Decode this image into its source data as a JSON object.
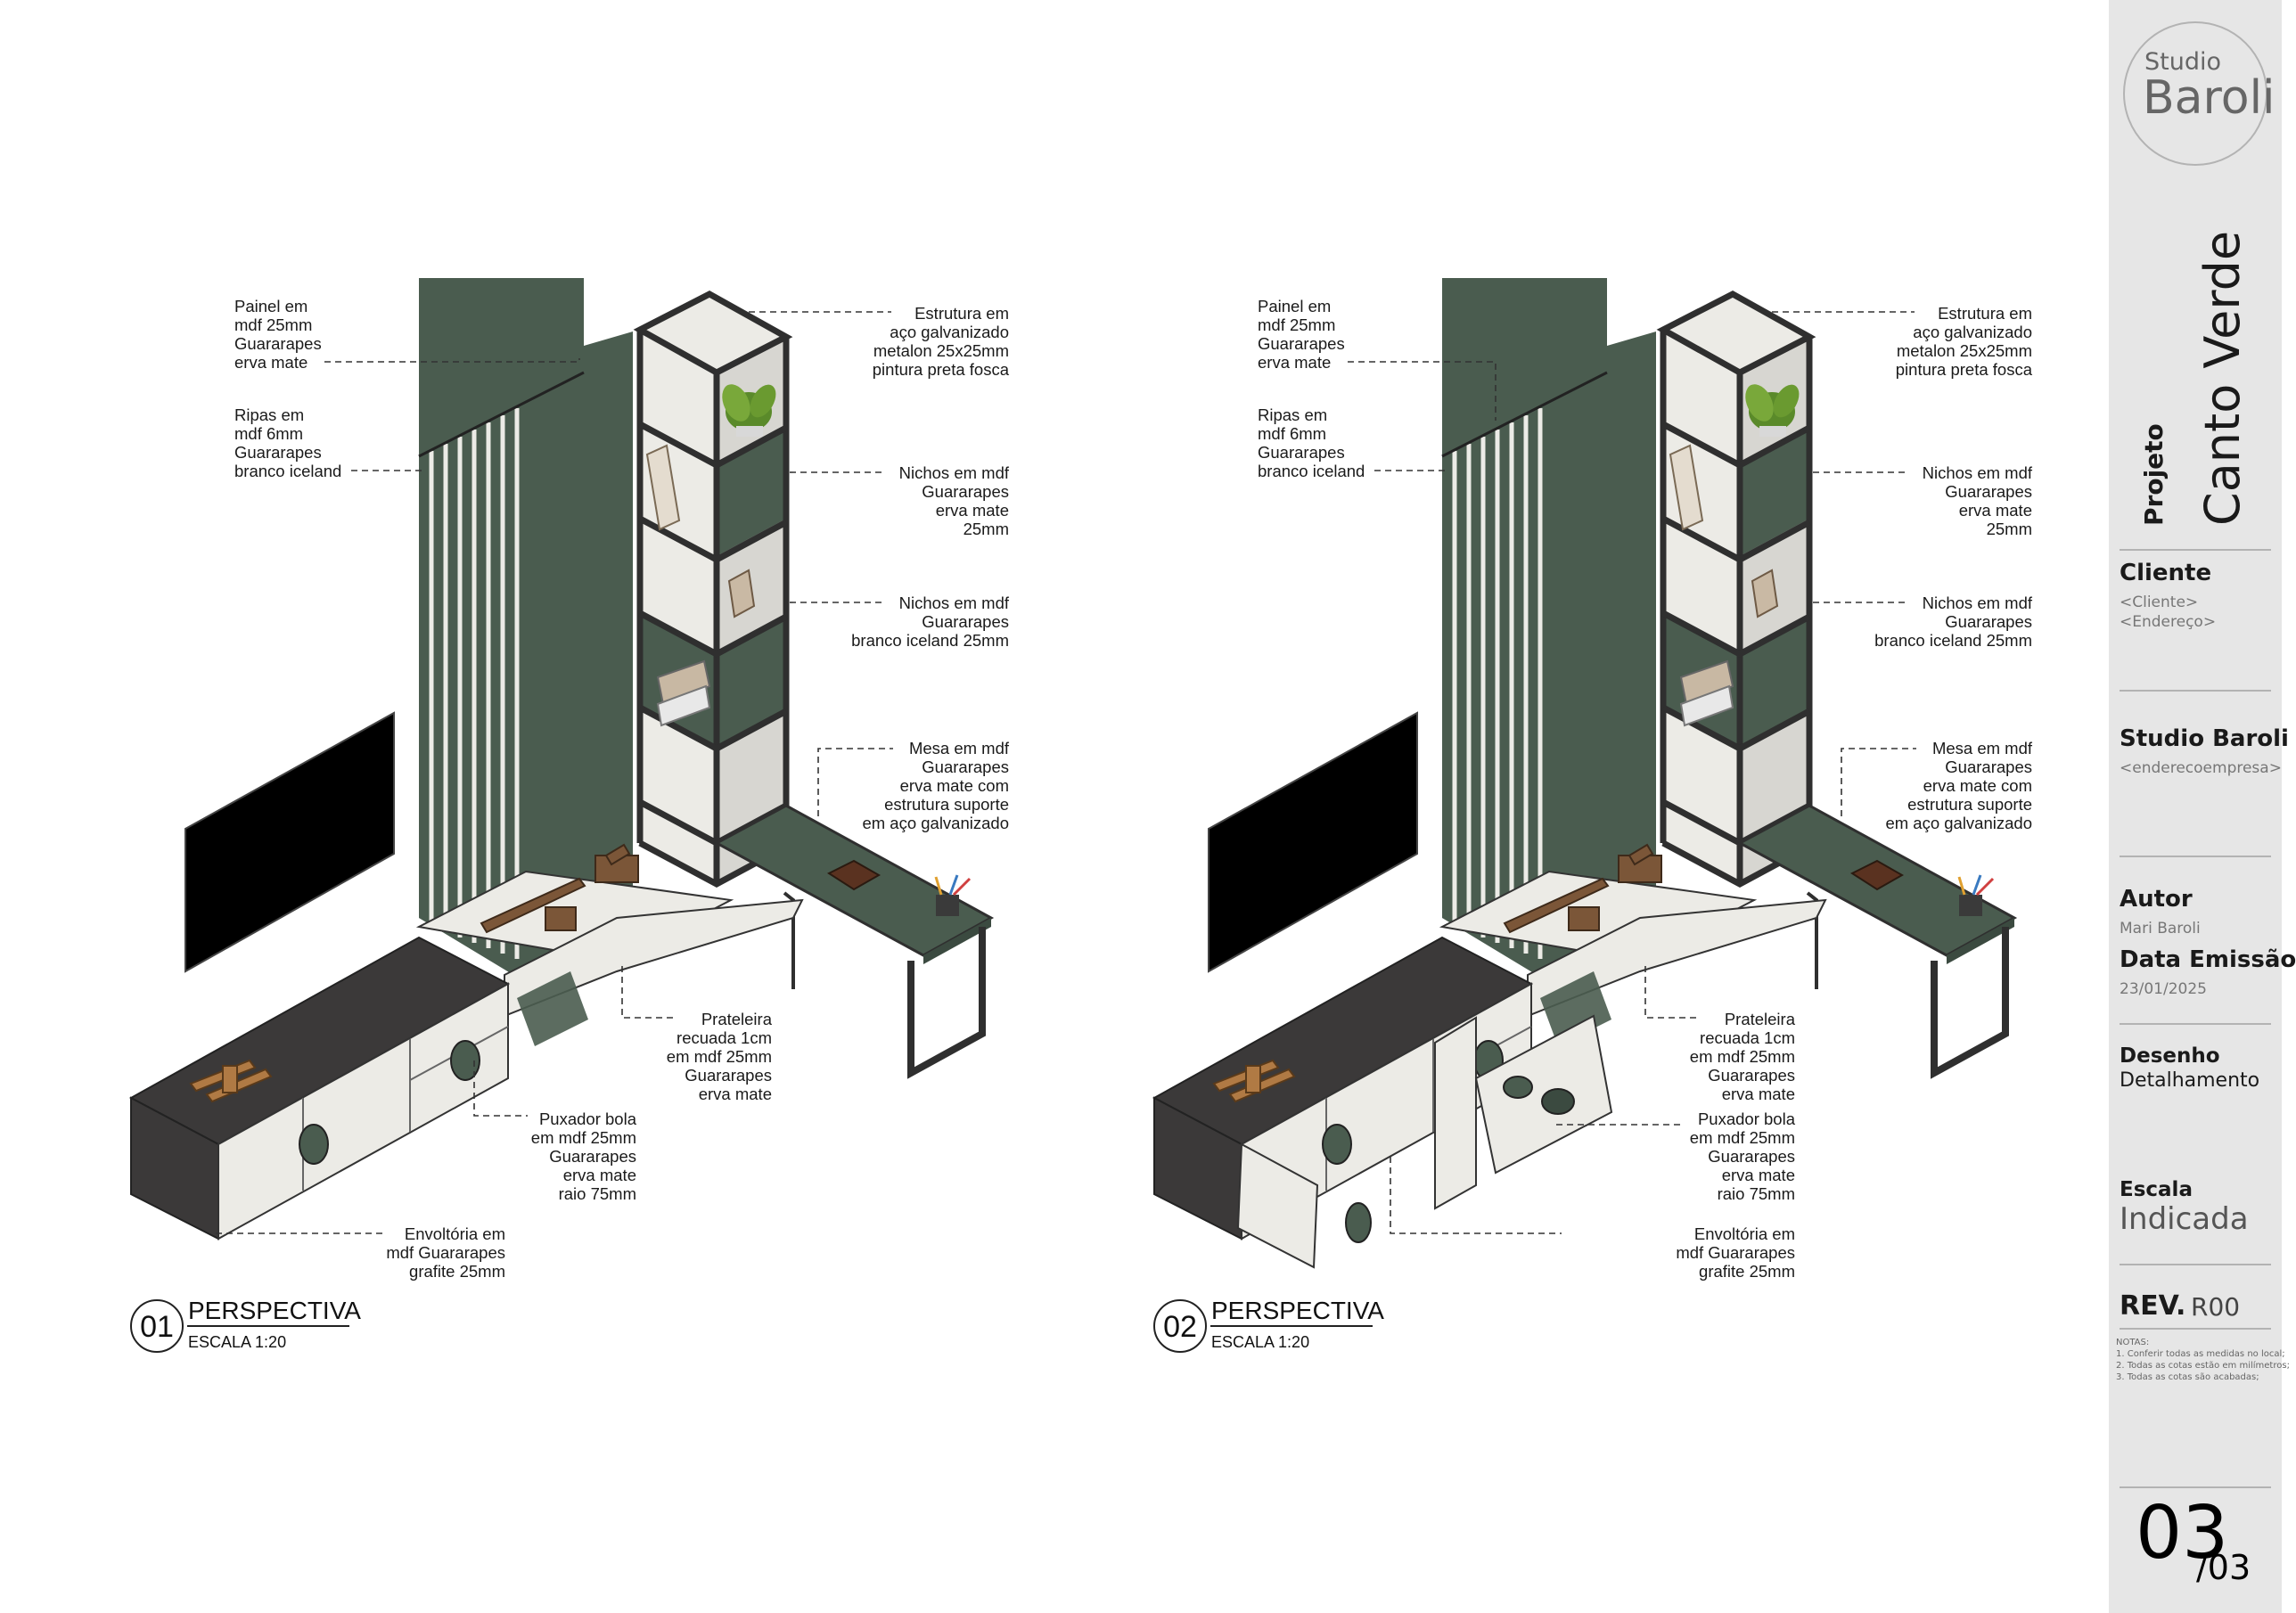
{
  "views": [
    {
      "number": "01",
      "title": "PERSPECTIVA",
      "scale": "ESCALA 1:20",
      "callouts": [
        [
          "Painel em",
          "mdf 25mm",
          "Guararapes",
          "erva mate"
        ],
        [
          "Ripas em",
          "mdf 6mm",
          "Guararapes",
          "branco iceland"
        ],
        [
          "Estrutura em",
          "aço galvanizado",
          "metalon 25x25mm",
          "pintura preta fosca"
        ],
        [
          "Nichos em mdf",
          "Guararapes",
          "erva mate",
          "25mm"
        ],
        [
          "Nichos em mdf",
          "Guararapes",
          "branco iceland 25mm"
        ],
        [
          "Mesa em mdf",
          "Guararapes",
          "erva mate com",
          "estrutura suporte",
          "em aço galvanizado"
        ],
        [
          "Prateleira",
          "recuada 1cm",
          "em mdf 25mm",
          "Guararapes",
          "erva mate"
        ],
        [
          "Puxador bola",
          "em mdf 25mm",
          "Guararapes",
          "erva mate",
          "raio 75mm"
        ],
        [
          "Envoltória em",
          "mdf Guararapes",
          "grafite 25mm"
        ]
      ]
    },
    {
      "number": "02",
      "title": "PERSPECTIVA",
      "scale": "ESCALA 1:20",
      "callouts": [
        [
          "Painel em",
          "mdf 25mm",
          "Guararapes",
          "erva mate"
        ],
        [
          "Ripas em",
          "mdf 6mm",
          "Guararapes",
          "branco iceland"
        ],
        [
          "Estrutura em",
          "aço galvanizado",
          "metalon 25x25mm",
          "pintura preta fosca"
        ],
        [
          "Nichos em mdf",
          "Guararapes",
          "erva mate",
          "25mm"
        ],
        [
          "Nichos em mdf",
          "Guararapes",
          "branco iceland 25mm"
        ],
        [
          "Mesa em mdf",
          "Guararapes",
          "erva mate com",
          "estrutura suporte",
          "em aço galvanizado"
        ],
        [
          "Prateleira",
          "recuada 1cm",
          "em mdf 25mm",
          "Guararapes",
          "erva mate"
        ],
        [
          "Puxador bola",
          "em mdf 25mm",
          "Guararapes",
          "erva mate",
          "raio 75mm"
        ],
        [
          "Envoltória em",
          "mdf Guararapes",
          "grafite 25mm"
        ]
      ]
    }
  ],
  "title_block": {
    "logo_line1": "Studio",
    "logo_line2": "Baroli",
    "project_label": "Projeto",
    "project_name": "Canto Verde",
    "client_label": "Cliente",
    "client_name": "<Cliente>",
    "client_address": "<Endereço>",
    "company_name": "Studio Baroli",
    "company_address": "<enderecoempresa>",
    "author_label": "Autor",
    "author_name": "Mari Baroli",
    "date_label": "Data Emissão",
    "date_value": "23/01/2025",
    "drawing_label": "Desenho",
    "drawing_value": "Detalhamento",
    "scale_label": "Escala",
    "scale_value": "Indicada",
    "rev_label": "REV.",
    "rev_value": "R00",
    "notes": [
      "NOTAS:",
      "1. Conferir todas as medidas no local;",
      "2. Todas as cotas estão em milímetros;",
      "3. Todas as cotas são acabadas;"
    ],
    "sheet_number": "03",
    "sheet_total": "/03"
  },
  "colors": {
    "erva_mate": "#4a5c4f",
    "branco_iceland": "#ecebe6",
    "grafite": "#3b3939",
    "metal": "#333333",
    "wood": "#6b4a34"
  }
}
